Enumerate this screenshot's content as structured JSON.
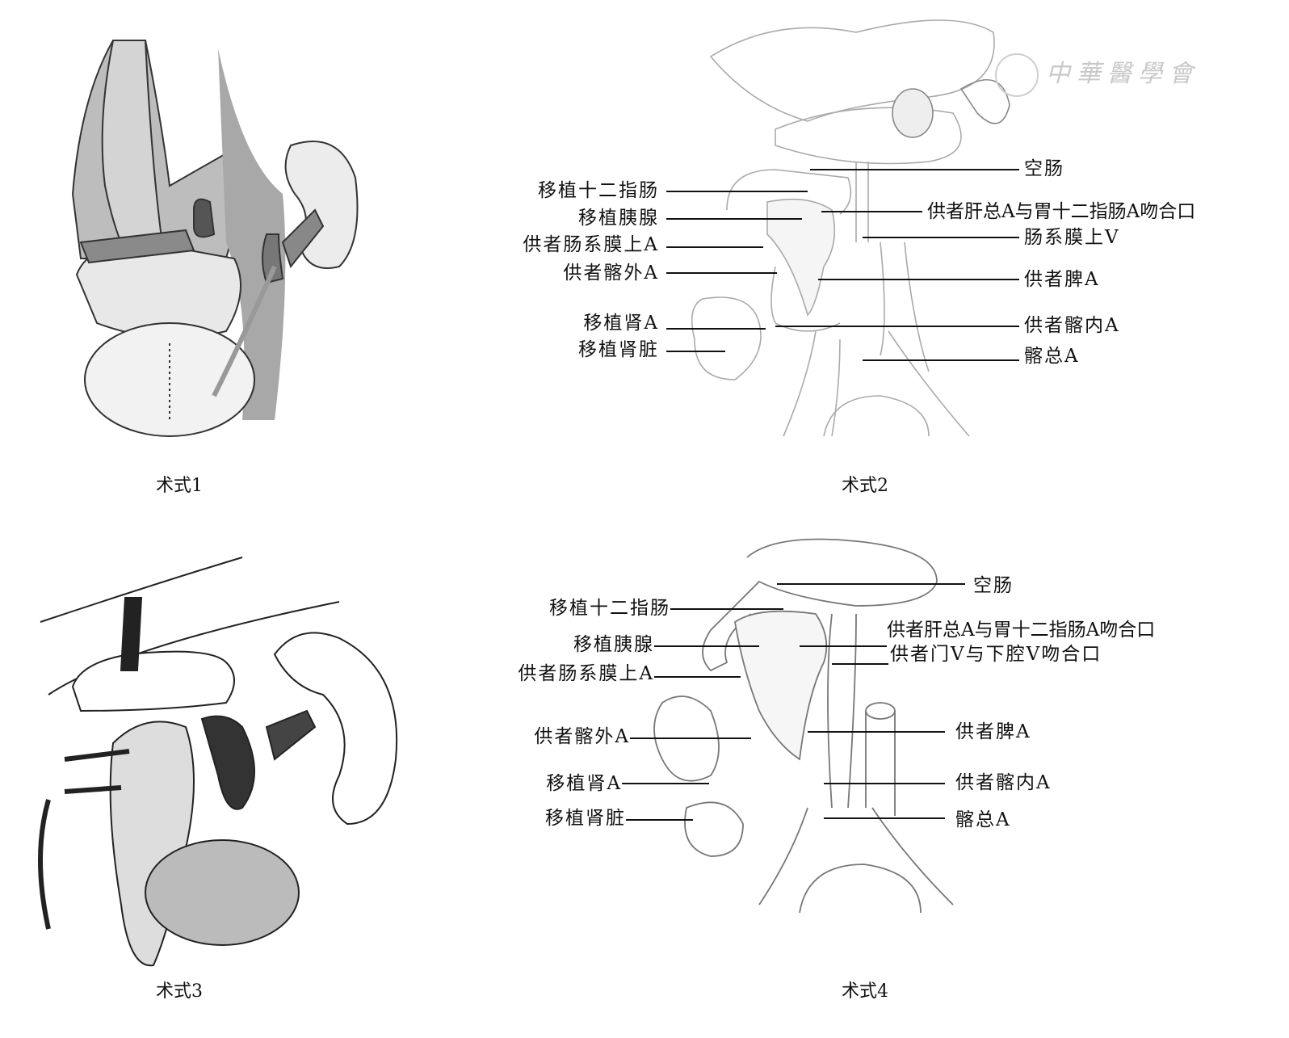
{
  "watermark": "中華醫學會",
  "panels": [
    {
      "caption": "术式1",
      "labels_left": [],
      "labels_right": []
    },
    {
      "caption": "术式2",
      "labels_left": [
        "移植十二指肠",
        "移植胰腺",
        "供者肠系膜上A",
        "供者髂外A",
        "移植肾A",
        "移植肾脏"
      ],
      "labels_right": [
        "空肠",
        "供者肝总A与胃十二指肠A吻合口",
        "肠系膜上V",
        "供者脾A",
        "供者髂内A",
        "髂总A"
      ]
    },
    {
      "caption": "术式3",
      "labels_left": [],
      "labels_right": []
    },
    {
      "caption": "术式4",
      "labels_left": [
        "移植十二指肠",
        "移植胰腺",
        "供者肠系膜上A",
        "供者髂外A",
        "移植肾A",
        "移植肾脏"
      ],
      "labels_right": [
        "空肠",
        "供者肝总A与胃十二指肠A吻合口",
        "供者门V与下腔V吻合口",
        "供者脾A",
        "供者髂内A",
        "髂总A"
      ]
    }
  ]
}
